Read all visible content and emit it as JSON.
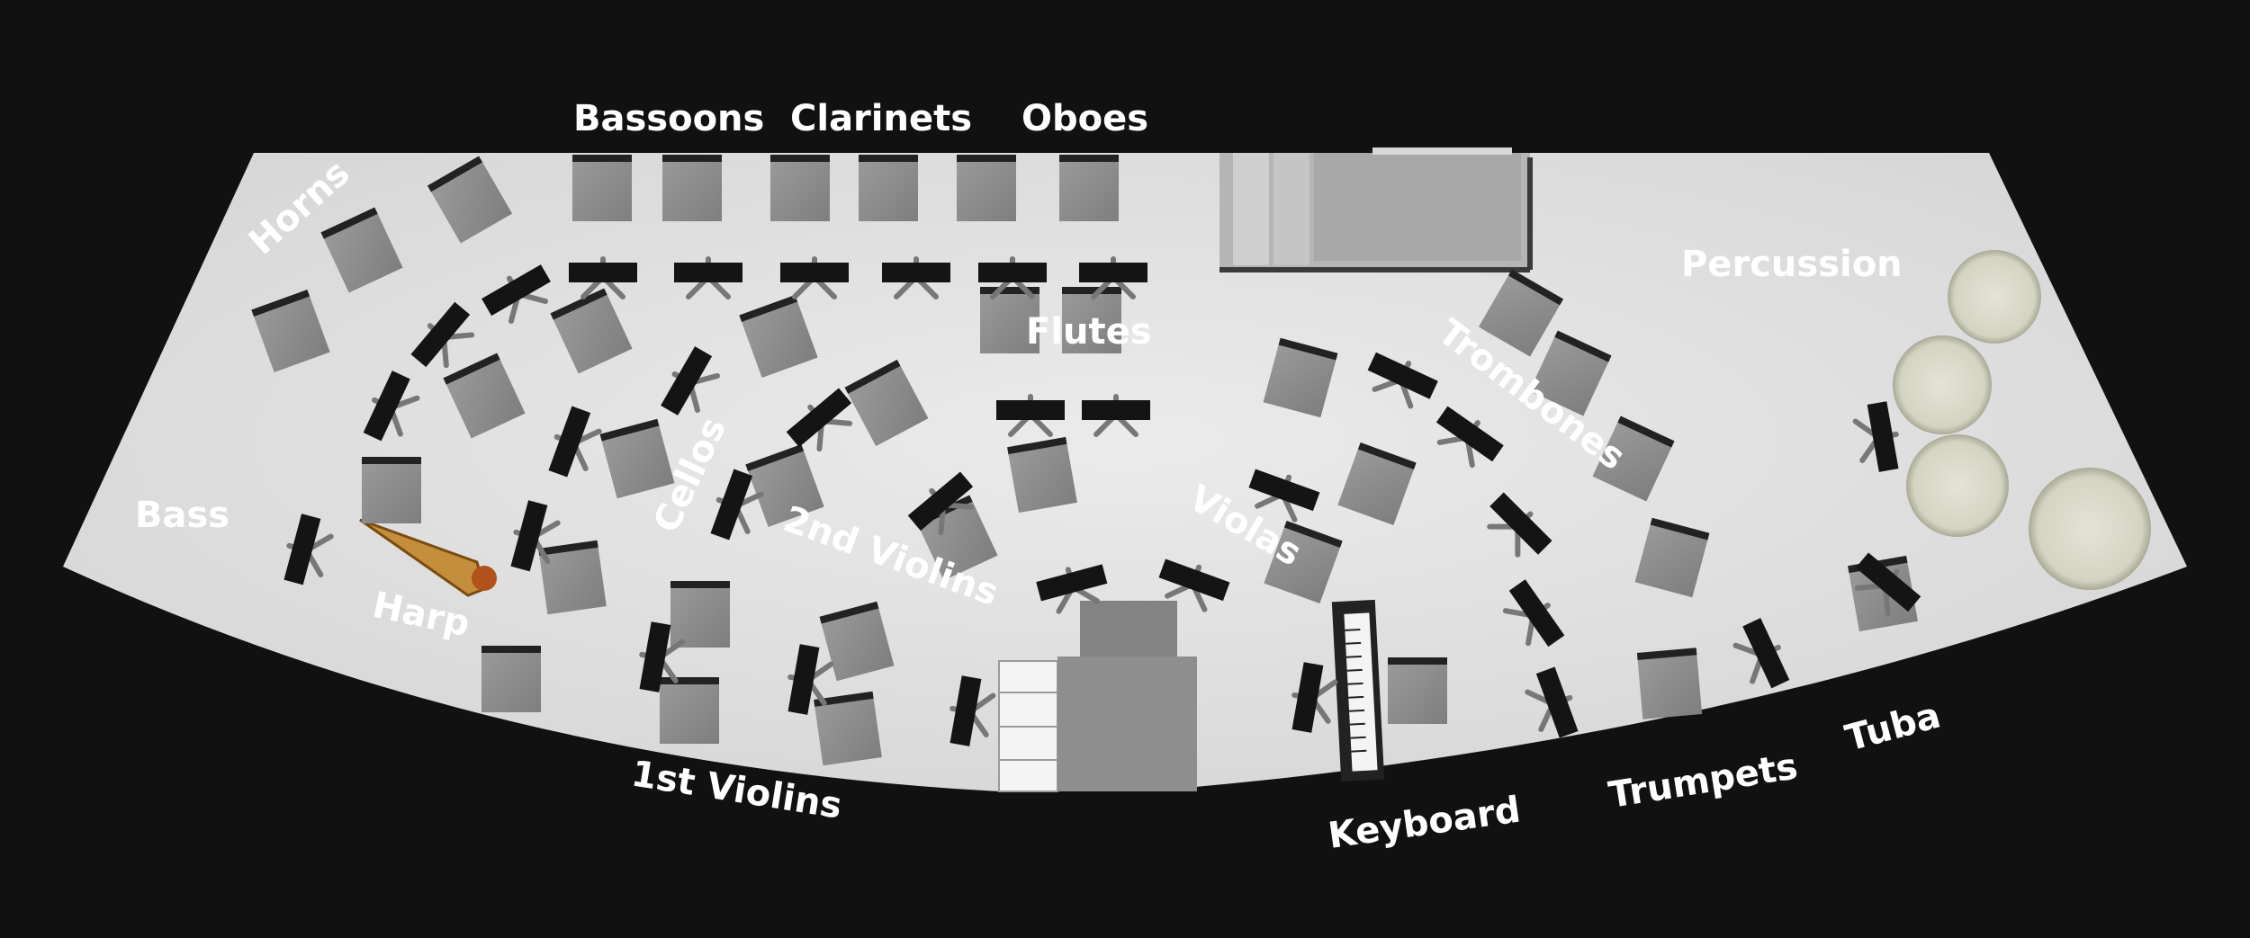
{
  "colors": {
    "background": "#111111",
    "floor": "#e2e2e2",
    "chair": "#8c8c8c",
    "stand": "#141414",
    "harp": "#c48f3c",
    "drum": "#d8d8c8",
    "label": "#ffffff"
  },
  "labels": {
    "horns": "Horns",
    "bassoons": "Bassoons",
    "clarinets": "Clarinets",
    "oboes": "Oboes",
    "flutes": "Flutes",
    "percussion": "Percussion",
    "trombones": "Trombones",
    "cellos": "Cellos",
    "second_violins": "2nd Violins",
    "violas": "Violas",
    "bass": "Bass",
    "harp": "Harp",
    "first_violins": "1st Violins",
    "keyboard": "Keyboard",
    "trumpets": "Trumpets",
    "tuba": "Tuba"
  }
}
